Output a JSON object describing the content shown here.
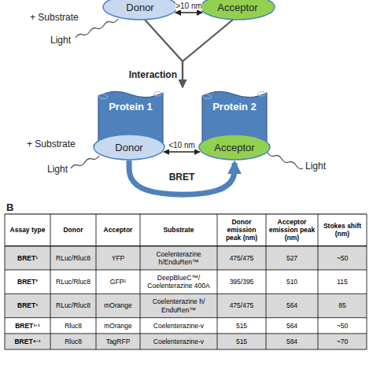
{
  "diagram": {
    "nodes": [
      {
        "text": [
          "Donor"
        ]
      },
      {
        "text": [
          "Acceptor"
        ]
      },
      {
        "text": [
          "Protein 1"
        ]
      },
      {
        "text": [
          "Protein 2"
        ]
      },
      {
        "text": [
          "Donor"
        ]
      },
      {
        "text": [
          "Acceptor"
        ]
      }
    ],
    "edges": [
      {
        "from": 0,
        "to": 1,
        "label": ">10 nm",
        "arrow": "both"
      },
      {
        "from": 0,
        "to": 2,
        "label": "Interaction",
        "arrow": "to"
      },
      {
        "from": 1,
        "to": 3,
        "arrow": "to"
      },
      {
        "from": 4,
        "to": 5,
        "label": "<10 nm",
        "arrow": "both"
      },
      {
        "from": 4,
        "to": 5,
        "label": "BRET",
        "arrow": "to"
      }
    ],
    "labels": [
      "+ Substrate",
      "Light",
      "+ Substrate",
      "Light",
      "Light",
      "B",
      "Assay type",
      "Donor",
      "Acceptor",
      "Substrate",
      "Donor emission peak (nm)",
      "Acceptor emission peak (nm)",
      "Stokes shift (nm)",
      "BRET¹",
      "RLuc/Rluc8",
      "YFP",
      "Coelenterazine h/EnduRen™",
      "475/475",
      "527",
      "~50",
      "BRET²",
      "RLuc/Rluc8",
      "GFP²",
      "DeepBlueC™/ Coelenterazine 400A",
      "395/395",
      "510",
      "115",
      "BRET³",
      "RLuc/Rluc8",
      "mOrange",
      "Coelenterazine h/ EnduRen™",
      "475/475",
      "564",
      "85",
      "BRET³·¹",
      "Rluc8",
      "mOrange",
      "Coelenterazine-v",
      "515",
      "564",
      "~50",
      "BRET⁴·¹",
      "Rluc8",
      "TagRFP",
      "Coelenterazine-v",
      "515",
      "584",
      "~70"
    ]
  }
}
